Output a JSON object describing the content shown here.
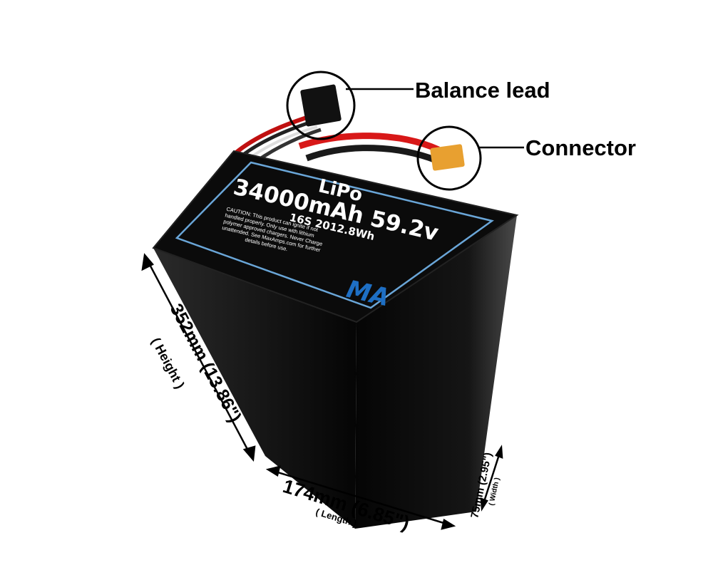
{
  "callouts": {
    "balance_lead": "Balance lead",
    "connector": "Connector"
  },
  "label": {
    "chemistry": "LiPo",
    "capacity_voltage": "34000mAh 59.2v",
    "config_energy": "16S 2012.8Wh",
    "caution": [
      "CAUTION: This product can ignite if not",
      "handled properly. Only use with lithium",
      "polymer approved chargers. Never Charge",
      "unattended. See MaxAmps.com for further",
      "details before use."
    ],
    "logo": "MA"
  },
  "dimensions": {
    "height": {
      "value": "352mm (13.86\")",
      "caption": "( Height )"
    },
    "length": {
      "value": "174mm (6.85\")",
      "caption": "( Length )"
    },
    "width": {
      "value": "75mm (2.95\")",
      "caption": "( Width )"
    }
  },
  "colors": {
    "body": "#0a0a0a",
    "label_border": "#6aa6d8",
    "logo": "#1e6fc4",
    "connector": "#e8a030",
    "wire_red": "#d81818"
  }
}
